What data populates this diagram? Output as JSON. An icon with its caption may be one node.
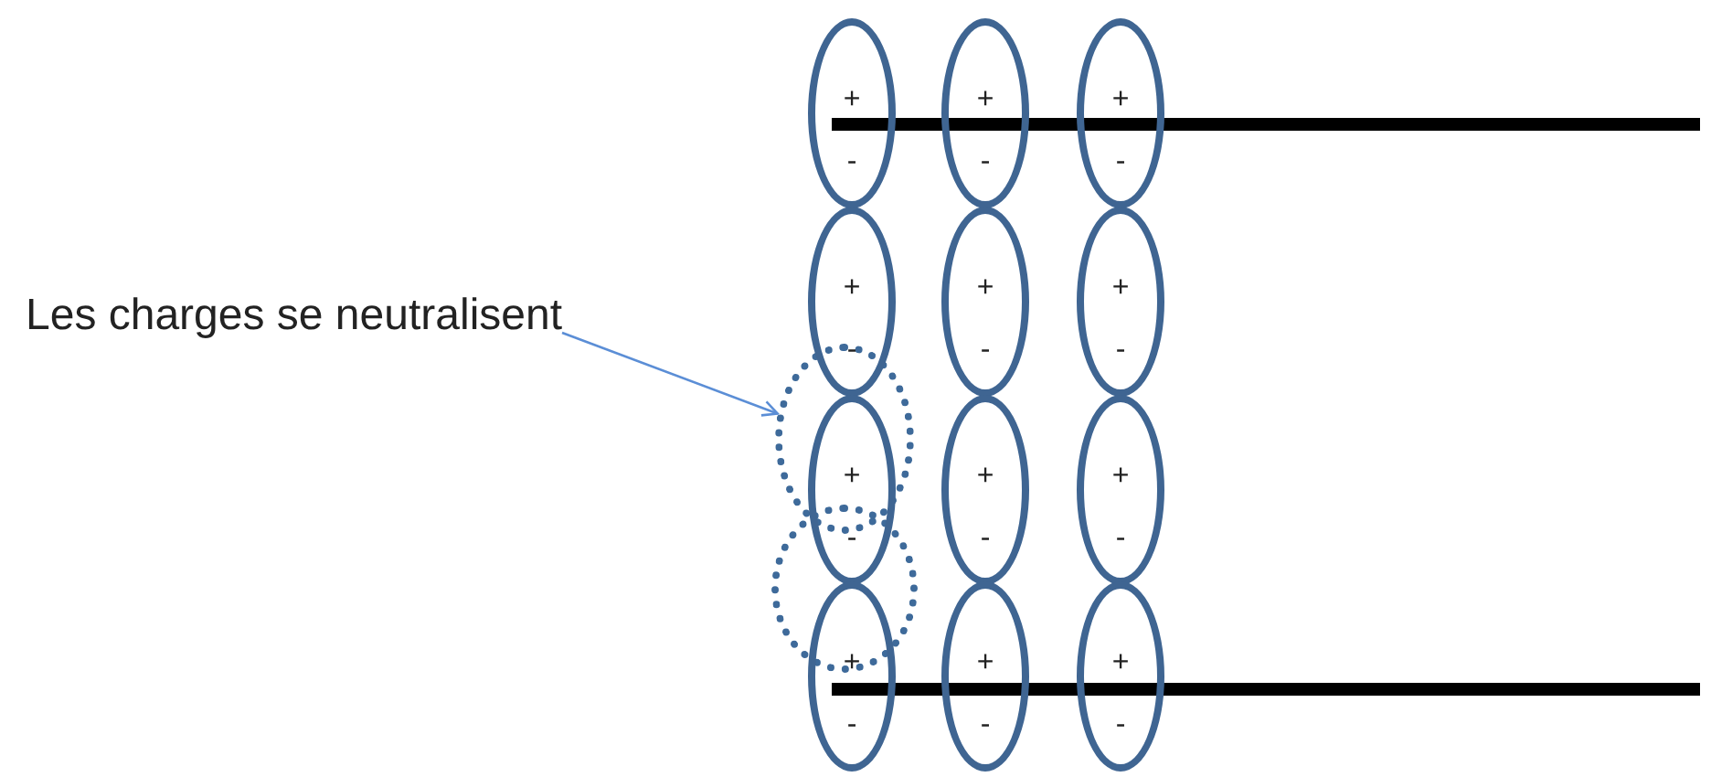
{
  "diagram": {
    "nodes": [
      {
        "text": [
          "Les charges se neutralisent"
        ]
      },
      {
        "text": [],
        "shape": "circle"
      },
      {
        "text": [],
        "shape": "circle"
      },
      {
        "text": [
          "+",
          "-"
        ]
      },
      {
        "text": [
          "+",
          "-"
        ]
      },
      {
        "text": [
          "+",
          "-"
        ]
      },
      {
        "text": [
          "+",
          "-"
        ]
      },
      {
        "text": [
          "+",
          "-"
        ]
      },
      {
        "text": [
          "+",
          "-"
        ]
      },
      {
        "text": [
          "+",
          "-"
        ]
      },
      {
        "text": [
          "+",
          "-"
        ]
      },
      {
        "text": [
          "+",
          "-"
        ]
      },
      {
        "text": [
          "+",
          "-"
        ]
      },
      {
        "text": [
          "+",
          "-"
        ]
      },
      {
        "text": [
          "+",
          "-"
        ]
      }
    ],
    "edges": [
      {
        "from": 0,
        "to": 1,
        "arrow": "to",
        "color": "#5b8ed6"
      }
    ]
  }
}
